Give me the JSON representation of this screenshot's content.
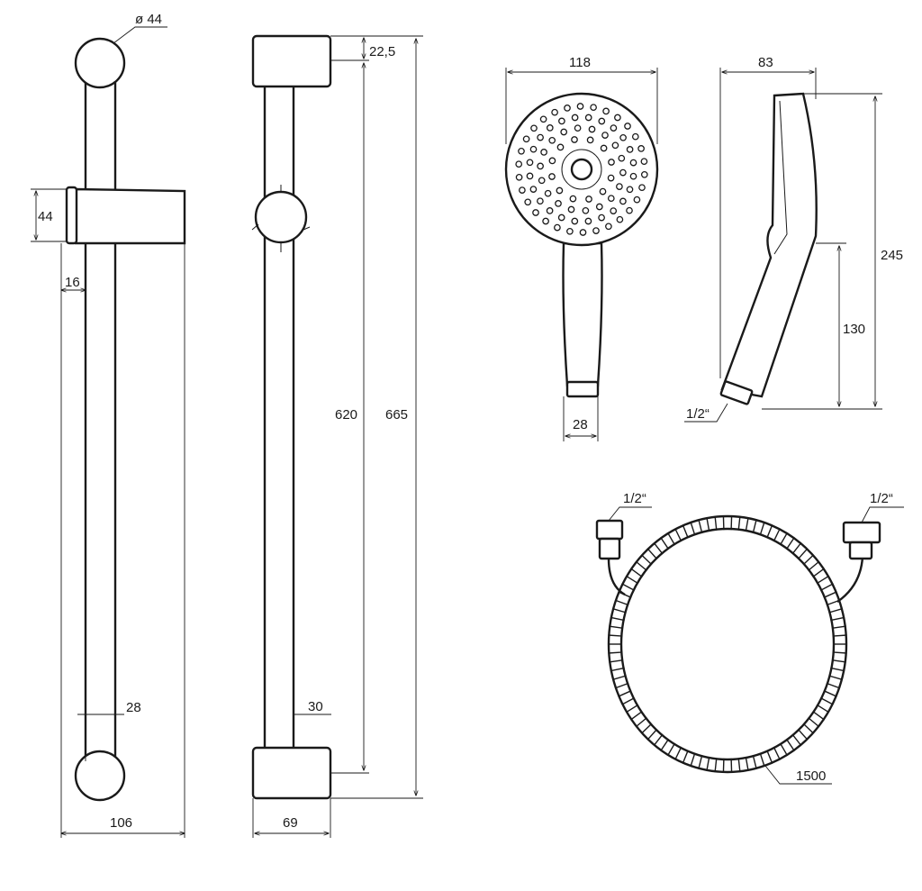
{
  "dimensions": {
    "rail_ball_diameter": "ø 44",
    "slider_height": "44",
    "slider_offset": "16",
    "rail_tube_diameter": "28",
    "rail_total_width": "106",
    "side_cap_height": "22,5",
    "side_tube_diameter": "30",
    "side_bracket_depth": "69",
    "rail_center_distance": "620",
    "rail_total_length": "665",
    "head_diameter": "118",
    "handle_connector": "28",
    "head_side_depth": "83",
    "handle_length": "130",
    "shower_total_length": "245",
    "shower_thread": "1/2“",
    "hose_thread_left": "1/2“",
    "hose_thread_right": "1/2“",
    "hose_length": "1500"
  }
}
